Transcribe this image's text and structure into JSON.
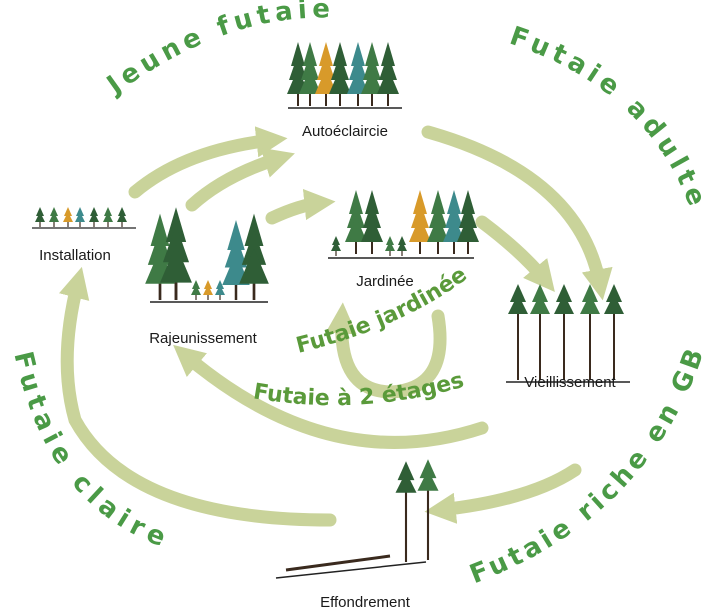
{
  "colors": {
    "arrow": "#c9d39a",
    "phase_text": "#4a9a46",
    "inner_text": "#5a9a3a",
    "trunk": "#3a2a1e",
    "conifer_dark": "#2f5e36",
    "conifer_mid": "#3f7a45",
    "teal": "#3d8a8c",
    "autumn": "#d89a2a",
    "ground": "#222222"
  },
  "stages": {
    "autoeclaircie": "Autoéclaircie",
    "installation": "Installation",
    "jardinee": "Jardinée",
    "rajeunissement": "Rajeunissement",
    "vieillissement": "Vieillissement",
    "effondrement": "Effondrement"
  },
  "phases": {
    "jeune_futaie": "Jeune futaie",
    "futaie_adulte": "Futaie adulte",
    "futaie_riche_gb": "Futaie riche en GB",
    "futaie_claire": "Futaie claire",
    "futaie_jardinee": "Futaie jardinée",
    "futaie_2_etages": "Futaie à 2 étages"
  }
}
